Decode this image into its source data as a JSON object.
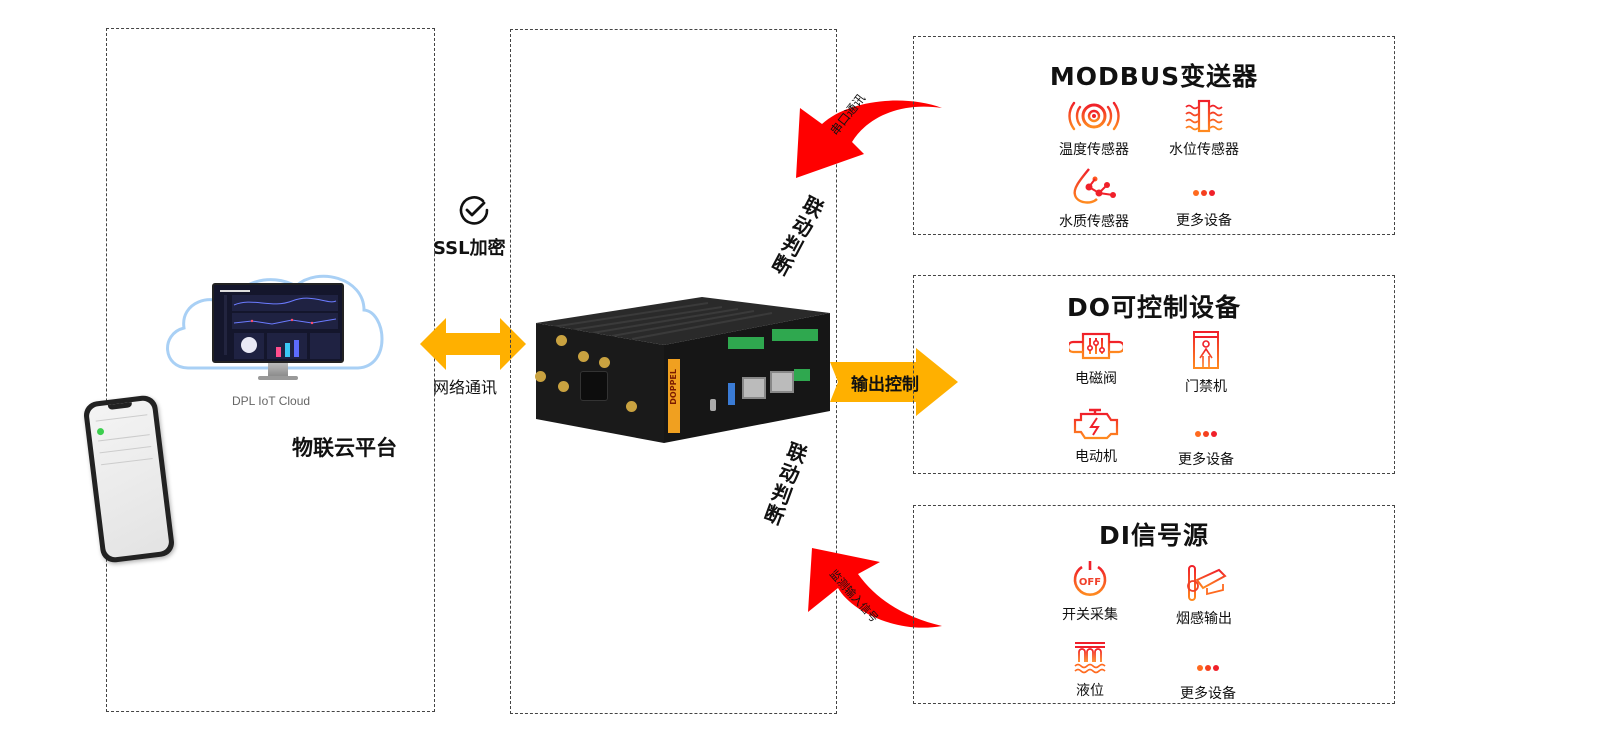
{
  "cloud": {
    "screen_caption": "DPL IoT Cloud",
    "platform_label": "物联云平台"
  },
  "link": {
    "security_label": "SSL加密",
    "network_label": "网络通讯"
  },
  "gateway": {
    "brand": "DOPPEL",
    "linkage_top": "联动判断",
    "linkage_bottom": "联动判断",
    "serial_arrow_label": "串口通讯",
    "monitor_arrow_label": "监测输入信号",
    "output_arrow_label": "输出控制"
  },
  "groups": [
    {
      "title": "MODBUS变送器",
      "items": [
        {
          "label": "温度传感器",
          "icon": "temperature-sensor-icon"
        },
        {
          "label": "水位传感器",
          "icon": "water-level-sensor-icon"
        },
        {
          "label": "水质传感器",
          "icon": "water-quality-sensor-icon"
        },
        {
          "label": "更多设备",
          "icon": "more-dots-icon"
        }
      ]
    },
    {
      "title": "DO可控制设备",
      "items": [
        {
          "label": "电磁阀",
          "icon": "solenoid-valve-icon"
        },
        {
          "label": "门禁机",
          "icon": "access-gate-icon"
        },
        {
          "label": "电动机",
          "icon": "motor-icon"
        },
        {
          "label": "更多设备",
          "icon": "more-dots-icon"
        }
      ]
    },
    {
      "title": "DI信号源",
      "items": [
        {
          "label": "开关采集",
          "icon": "off-switch-icon"
        },
        {
          "label": "烟感输出",
          "icon": "smoke-sensor-icon"
        },
        {
          "label": "液位",
          "icon": "liquid-level-icon"
        },
        {
          "label": "更多设备",
          "icon": "more-dots-icon"
        }
      ]
    }
  ],
  "colors": {
    "arrow_red": "#ff0000",
    "arrow_yellow": "#ffb000",
    "icon_orange": "#ff5a1f",
    "icon_red": "#f0202a",
    "cloud_outline": "#a9d0f5",
    "device_body": "#1c1c1c",
    "brand_strip": "#f0a020"
  }
}
